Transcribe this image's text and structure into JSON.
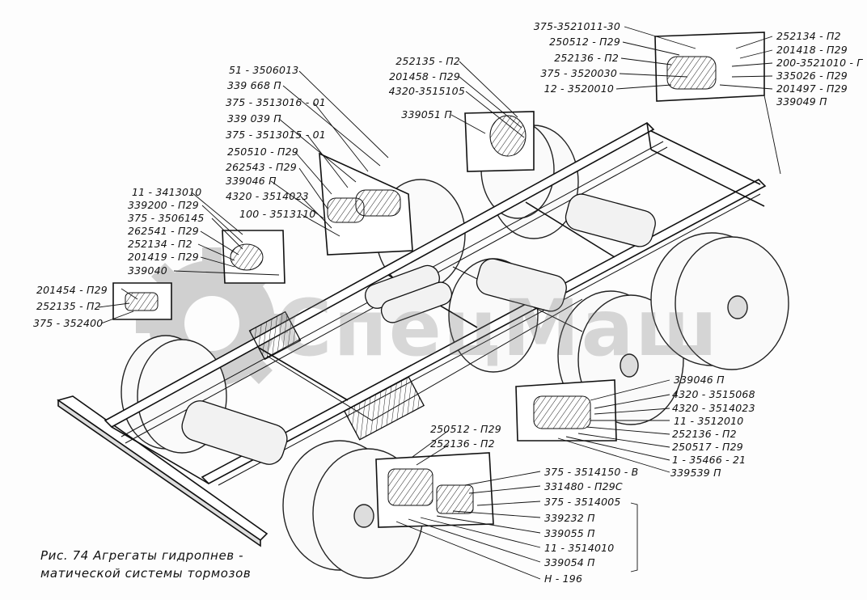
{
  "caption": {
    "line1": "Рис. 74 Агрегаты гидропнев -",
    "line2": "матической системы тормозов"
  },
  "watermark": {
    "text": "СпецМаш",
    "color": "#7a7a7a"
  },
  "labels": {
    "top_right": [
      "375-3521011-30",
      "250512 - П29",
      "252136 - П2",
      "375 - 3520030",
      "12 - 3520010"
    ],
    "top_right2": [
      "252134 - П2",
      "201418 - П29",
      "200-3521010 - Г",
      "335026 - П29",
      "201497 - П29",
      "339049 П"
    ],
    "top_center": [
      "252135 - П2",
      "201458 - П29",
      "4320-3515105",
      "339051 П"
    ],
    "upper_left": [
      "51 - 3506013",
      "339 668 П",
      "375 - 3513016 - 01",
      "339 039 П",
      "375 - 3513015 - 01",
      "250510 - П29",
      "262543 - П29",
      "339046 П",
      "4320 - 3514023",
      "100 - 3513110"
    ],
    "left": [
      "11 - 3413010",
      "339200 - П29",
      "375 - 3506145",
      "262541 - П29",
      "252134 - П2",
      "201419 - П29",
      "339040"
    ],
    "far_left": [
      "201454 - П29",
      "252135 - П2",
      "375 - 352400"
    ],
    "right_lower": [
      "339046 П",
      "4320 - 3515068",
      "4320 - 3514023",
      "11 - 3512010",
      "252136 - П2",
      "250517 - П29",
      "1 - 35466 - 21",
      "339539 П"
    ],
    "bottom_center_top": [
      "250512 - П29",
      "252136 - П2"
    ],
    "bottom_right": [
      "375 - 3514150 - В",
      "331480 - П29С",
      "375 - 3514005",
      "339232 П",
      "339055 П",
      "11 - 3514010",
      "339054 П",
      "Н - 196"
    ]
  }
}
